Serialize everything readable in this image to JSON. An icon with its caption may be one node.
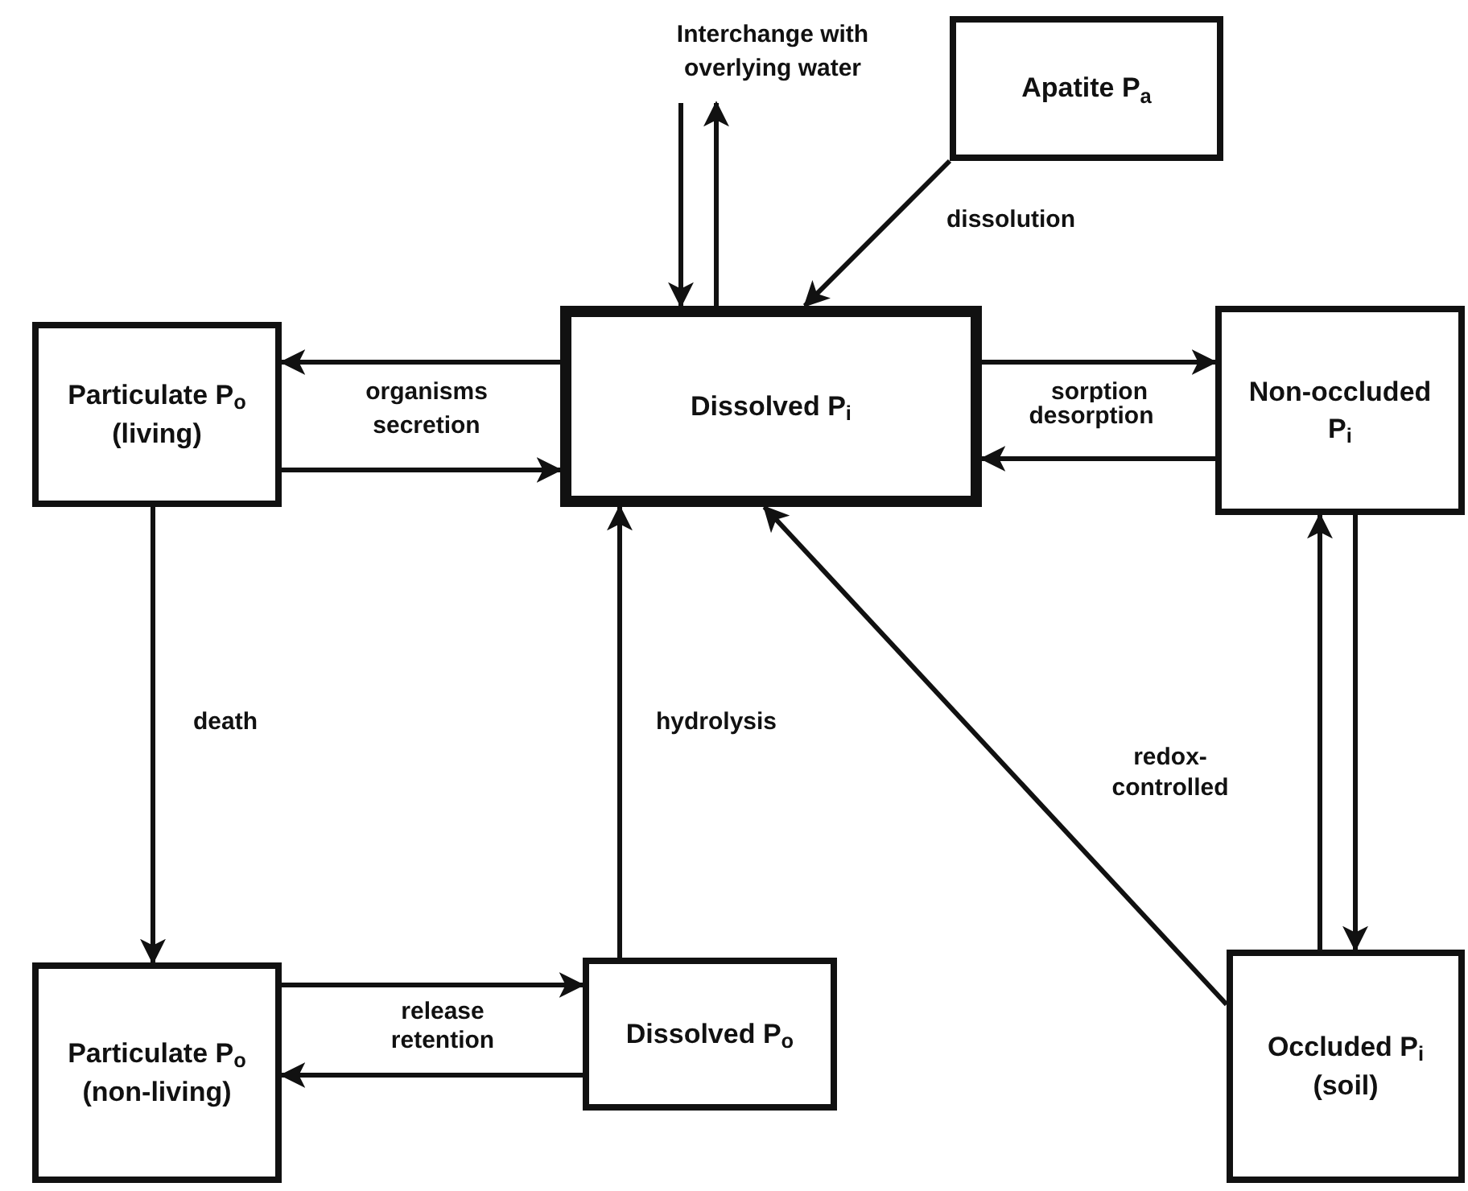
{
  "diagram": {
    "nodes": [
      {
        "text": [
          "Particulate P$_{o}$ (living)"
        ]
      },
      {
        "text": [
          "Dissolved P$_{i}$"
        ]
      },
      {
        "text": [
          "Apatite P$_{a}$"
        ]
      },
      {
        "text": [
          "Non-occluded P$_{i}$"
        ]
      },
      {
        "text": [
          "Particulate P$_{o}$ (non-living)"
        ]
      },
      {
        "text": [
          "Dissolved P$_{o}$"
        ]
      },
      {
        "text": [
          "Occluded P$_{i}$ (soil)"
        ]
      },
      {
        "text": [
          "Interchange with overlying water"
        ]
      }
    ],
    "edges": [
      {
        "from": 7,
        "to": 1,
        "arrow": "to"
      },
      {
        "from": 1,
        "to": 7,
        "arrow": "to"
      },
      {
        "from": 2,
        "to": 1,
        "arrow": "to",
        "label": "dissolution"
      },
      {
        "from": 1,
        "to": 0,
        "arrow": "to",
        "label": "organisms"
      },
      {
        "from": 0,
        "to": 1,
        "arrow": "to",
        "label": "secretion"
      },
      {
        "from": 1,
        "to": 3,
        "arrow": "to",
        "label": "sorption"
      },
      {
        "from": 3,
        "to": 1,
        "arrow": "to",
        "label": "desorption"
      },
      {
        "from": 0,
        "to": 4,
        "arrow": "to",
        "label": "death"
      },
      {
        "from": 5,
        "to": 1,
        "arrow": "to",
        "label": "hydrolysis"
      },
      {
        "from": 4,
        "to": 5,
        "arrow": "to",
        "label": "release"
      },
      {
        "from": 5,
        "to": 4,
        "arrow": "to",
        "label": "retention"
      },
      {
        "from": 6,
        "to": 1,
        "arrow": "to",
        "label": "redox-controlled"
      },
      {
        "from": 3,
        "to": 6,
        "arrow": "to"
      },
      {
        "from": 6,
        "to": 3,
        "arrow": "to"
      }
    ]
  }
}
